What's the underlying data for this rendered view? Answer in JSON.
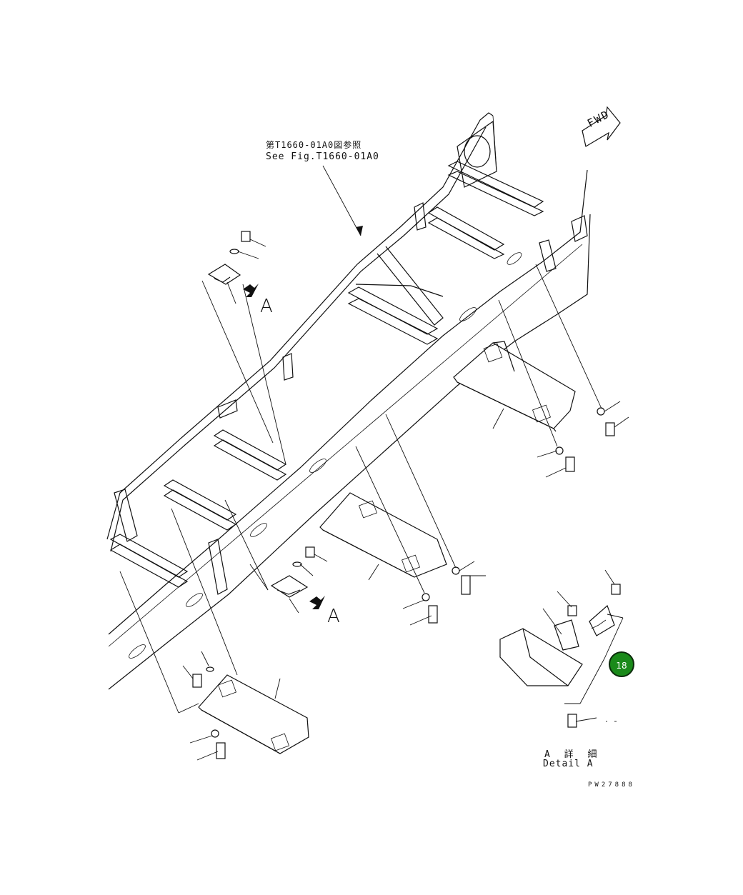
{
  "reference": {
    "japanese": "第T1660-01A0図参照",
    "english": "See Fig.T1660-01A0"
  },
  "direction": {
    "label": "FWD"
  },
  "view_callouts": [
    "A",
    "A"
  ],
  "detail": {
    "japanese": "A 詳 細",
    "english": "Detail A"
  },
  "drawing_number": "PW27888",
  "item_badge": {
    "label": "18",
    "color": "#1a8a1a"
  }
}
